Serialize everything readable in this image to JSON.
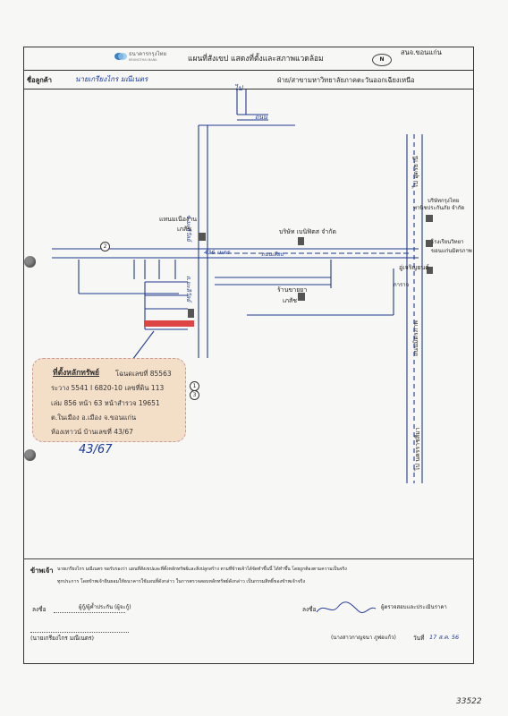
{
  "header": {
    "bank_name_th": "ธนาคารกรุงไทย",
    "bank_name_en": "KRUNGTHAI BANK",
    "title": "แผนที่สังเขป แสดงที่ตั้งและสภาพแวดล้อม",
    "compass_label": "N",
    "branch": "สนจ.ขอนแก่น"
  },
  "info": {
    "customer_label": "ชื่อลูกค้า",
    "customer_name": "นายเกรียงไกร มณีเนตร",
    "unit_label": "ฝ่าย/สาขา",
    "unit_name": "มหาวิทยาลัยภาคตะวันออกเฉียงเหนือ"
  },
  "map": {
    "label_north_road": "ไป",
    "label_top_street": "ถนน",
    "label_road_left": "ถ.มะลิวัลย์",
    "label_road_main": "ถนนมิตรภาพ",
    "label_km": "436 เมตร",
    "label_alley": "ถนนเลียบ",
    "label_house": "แหนมเนืองาน",
    "label_house_sub": "เภสัช",
    "label_company": "บริษัท เบนิฟิตส จำกัด",
    "label_bank_side": "บริษัทกรุงไทย",
    "label_bank_side2": "พานิชประกันภัย จำกัด",
    "label_school": "โรงเรียนวิทยา",
    "label_school2": "ขอนแก่นมิตรภาพ",
    "label_shop": "อู่เจริญยนต์",
    "label_shop2": "การาจ",
    "label_pharm": "ร้านขายยา",
    "label_pharm2": "เภสัช",
    "label_to_north": "ไป อุดรธานี",
    "label_to_south": "ไป นครราชสีมา",
    "label_vert_road": "ถนนมิตรภาพ",
    "label_lane": "ซ.มะลิวัลย์",
    "num1": "1",
    "num2": "2",
    "num3": "3"
  },
  "callout": {
    "line1_label": "ที่ตั้งหลักทรัพย์",
    "line1_value": "โฉนดเลขที่ 85563",
    "line2": "ระวาง 5541 I 6820-10  เลขที่ดิน 113",
    "line3": "เล่ม 856  หน้า 63  หน้าสำรวจ  19651",
    "line4": "ต.ในเมือง  อ.เมือง  จ.ขอนแก่น",
    "line5": "ห้องเทาวน์  บ้านเลขที่ 43/67"
  },
  "handwritten_number": "43/67",
  "footer": {
    "statement_label": "ข้าพเจ้า",
    "statement_line1": "นายเกรียงไกร มณีเนตร  ขอรับรองว่า แผนที่สังเขปและที่ตั้งหลักทรัพย์และสิ่งปลูกสร้าง ตามที่ข้าพเจ้าได้จัดทำขึ้นนี้ ได้ทำขึ้น โดยถูกต้องตามความเป็นจริง",
    "statement_line2": "ทุกประการ โดยข้าพเจ้ายินยอมให้ธนาคารใช้แผนที่ดังกล่าว ในการตรวจสอบหลักทรัพย์ดังกล่าว เป็นกรรมสิทธิ์ของข้าพเจ้าจริง",
    "sign_label": "ลงชื่อ",
    "sign_left_role": "ผู้กู้/ผู้ค้ำประกัน (ผู้จะกู้)",
    "sign_right_role": "ผู้ตรวจสอบและประเมินราคา",
    "left_name": "(นายเกรียงไกร มณีเนตร)",
    "right_name": "(นางสาวกาญจนา ภูพ่อแก้ว)",
    "date_label": "วันที่",
    "date_value": "17 ส.ค. 56"
  },
  "corner_number": "33522"
}
